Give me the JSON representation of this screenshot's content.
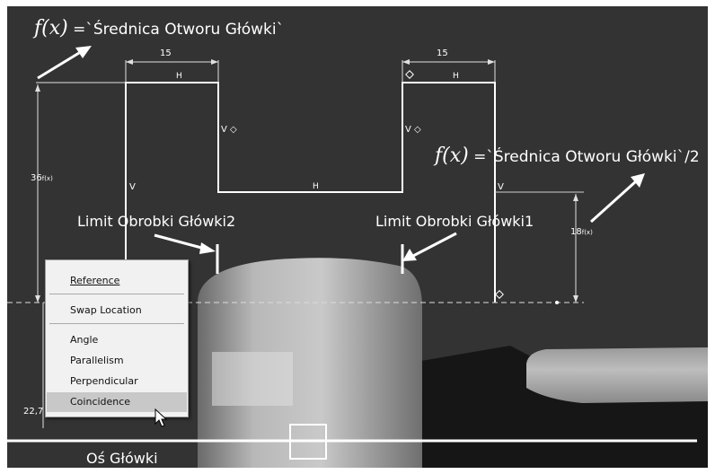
{
  "formulas": {
    "f1_symbol": "f(x)",
    "f1_text": "=`Średnica Otworu Główki`",
    "f2_symbol": "f(x)",
    "f2_text": "=`Średnica Otworu Główki`/2"
  },
  "labels": {
    "limit2": "Limit Obrobki Główki2",
    "limit1": "Limit Obrobki Główki1",
    "axis": "Oś Główki"
  },
  "dimensions": {
    "width_left": "15",
    "width_right": "15",
    "height_left": "36",
    "height_right": "18",
    "bottom_partial": "22,7"
  },
  "constraints": {
    "h": "H",
    "v": "V",
    "vd": "V ◇"
  },
  "context_menu": {
    "items": [
      {
        "label": "Reference"
      },
      {
        "label": "Swap Location"
      },
      {
        "label": "Angle"
      },
      {
        "label": "Parallelism"
      },
      {
        "label": "Perpendicular"
      },
      {
        "label": "Coincidence",
        "highlighted": true
      }
    ]
  },
  "colors": {
    "viewport_bg": "#333333",
    "sketch_line": "#ffffff",
    "menu_bg": "#f1f1f1",
    "menu_highlight": "#c8c8c8"
  }
}
